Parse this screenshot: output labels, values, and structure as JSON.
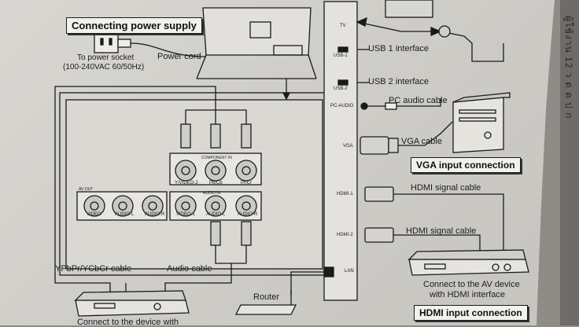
{
  "power": {
    "title": "Connecting power supply",
    "socket_line1": "To power socket",
    "socket_line2": "(100-240VAC  60/50Hz)",
    "cord": "Power cord"
  },
  "panel": {
    "tv": "TV",
    "usb1_port": "USB-1",
    "usb1": "USB 1 interface",
    "usb2_port": "USB-2",
    "usb2": "USB 2 interface",
    "pc_audio_port": "PC-AUDIO",
    "pc_audio": "PC audio cable",
    "vga_port": "VGA",
    "vga_cable": "VGA cable",
    "vga_title": "VGA input connection",
    "hdmi1_port": "HDMI-1",
    "hdmi1": "HDMI signal cable",
    "hdmi2_port": "HDMI-2",
    "hdmi2": "HDMI signal cable",
    "lan_port": "LAN"
  },
  "jacks": {
    "component_in": "COMPONENT IN",
    "yvideo2": "Y/VIDEO-2",
    "pbcb": "Pb/Cb",
    "prcr": "Pr/Cr",
    "audio_in": "AUDIO IN",
    "av_out": "AV OUT",
    "video": "VIDEO",
    "audio_l": "AUDIO-L",
    "audio_r": "AUDIO-R",
    "video1": "VIDEO-1",
    "audio_l2": "AUDIO-L",
    "audio_r2": "AUDIO-R"
  },
  "bottom": {
    "ypbpr": "YPbPr/YCbCr cable",
    "audio_cable": "Audio cable",
    "router": "Router",
    "connect_bottom": "Connect to the device with",
    "av_line1": "Connect to the AV device",
    "av_line2": "with HDMI interface",
    "hdmi_title": "HDMI input connection"
  },
  "margin": {
    "text": "ผู้ใช้งาน 12 ว ต ด ป ก"
  }
}
